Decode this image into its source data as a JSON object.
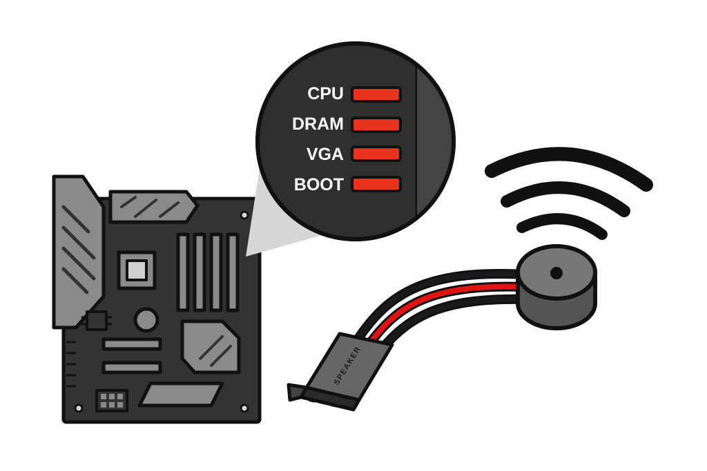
{
  "callout": {
    "leds": [
      {
        "label": "CPU"
      },
      {
        "label": "DRAM"
      },
      {
        "label": "VGA"
      },
      {
        "label": "BOOT"
      }
    ]
  },
  "speaker": {
    "connector_label": "SPEAKER"
  },
  "colors": {
    "board": "#333333",
    "outline": "#111111",
    "component_gray": "#8a8a8a",
    "led_red": "#e8321c",
    "wire_red": "#e01414",
    "wire_black": "#1a1a1a",
    "speaker_body": "#555555"
  },
  "icons": [
    "motherboard-icon",
    "magnifier-callout",
    "buzzer-speaker-icon",
    "sound-wave-icon"
  ]
}
